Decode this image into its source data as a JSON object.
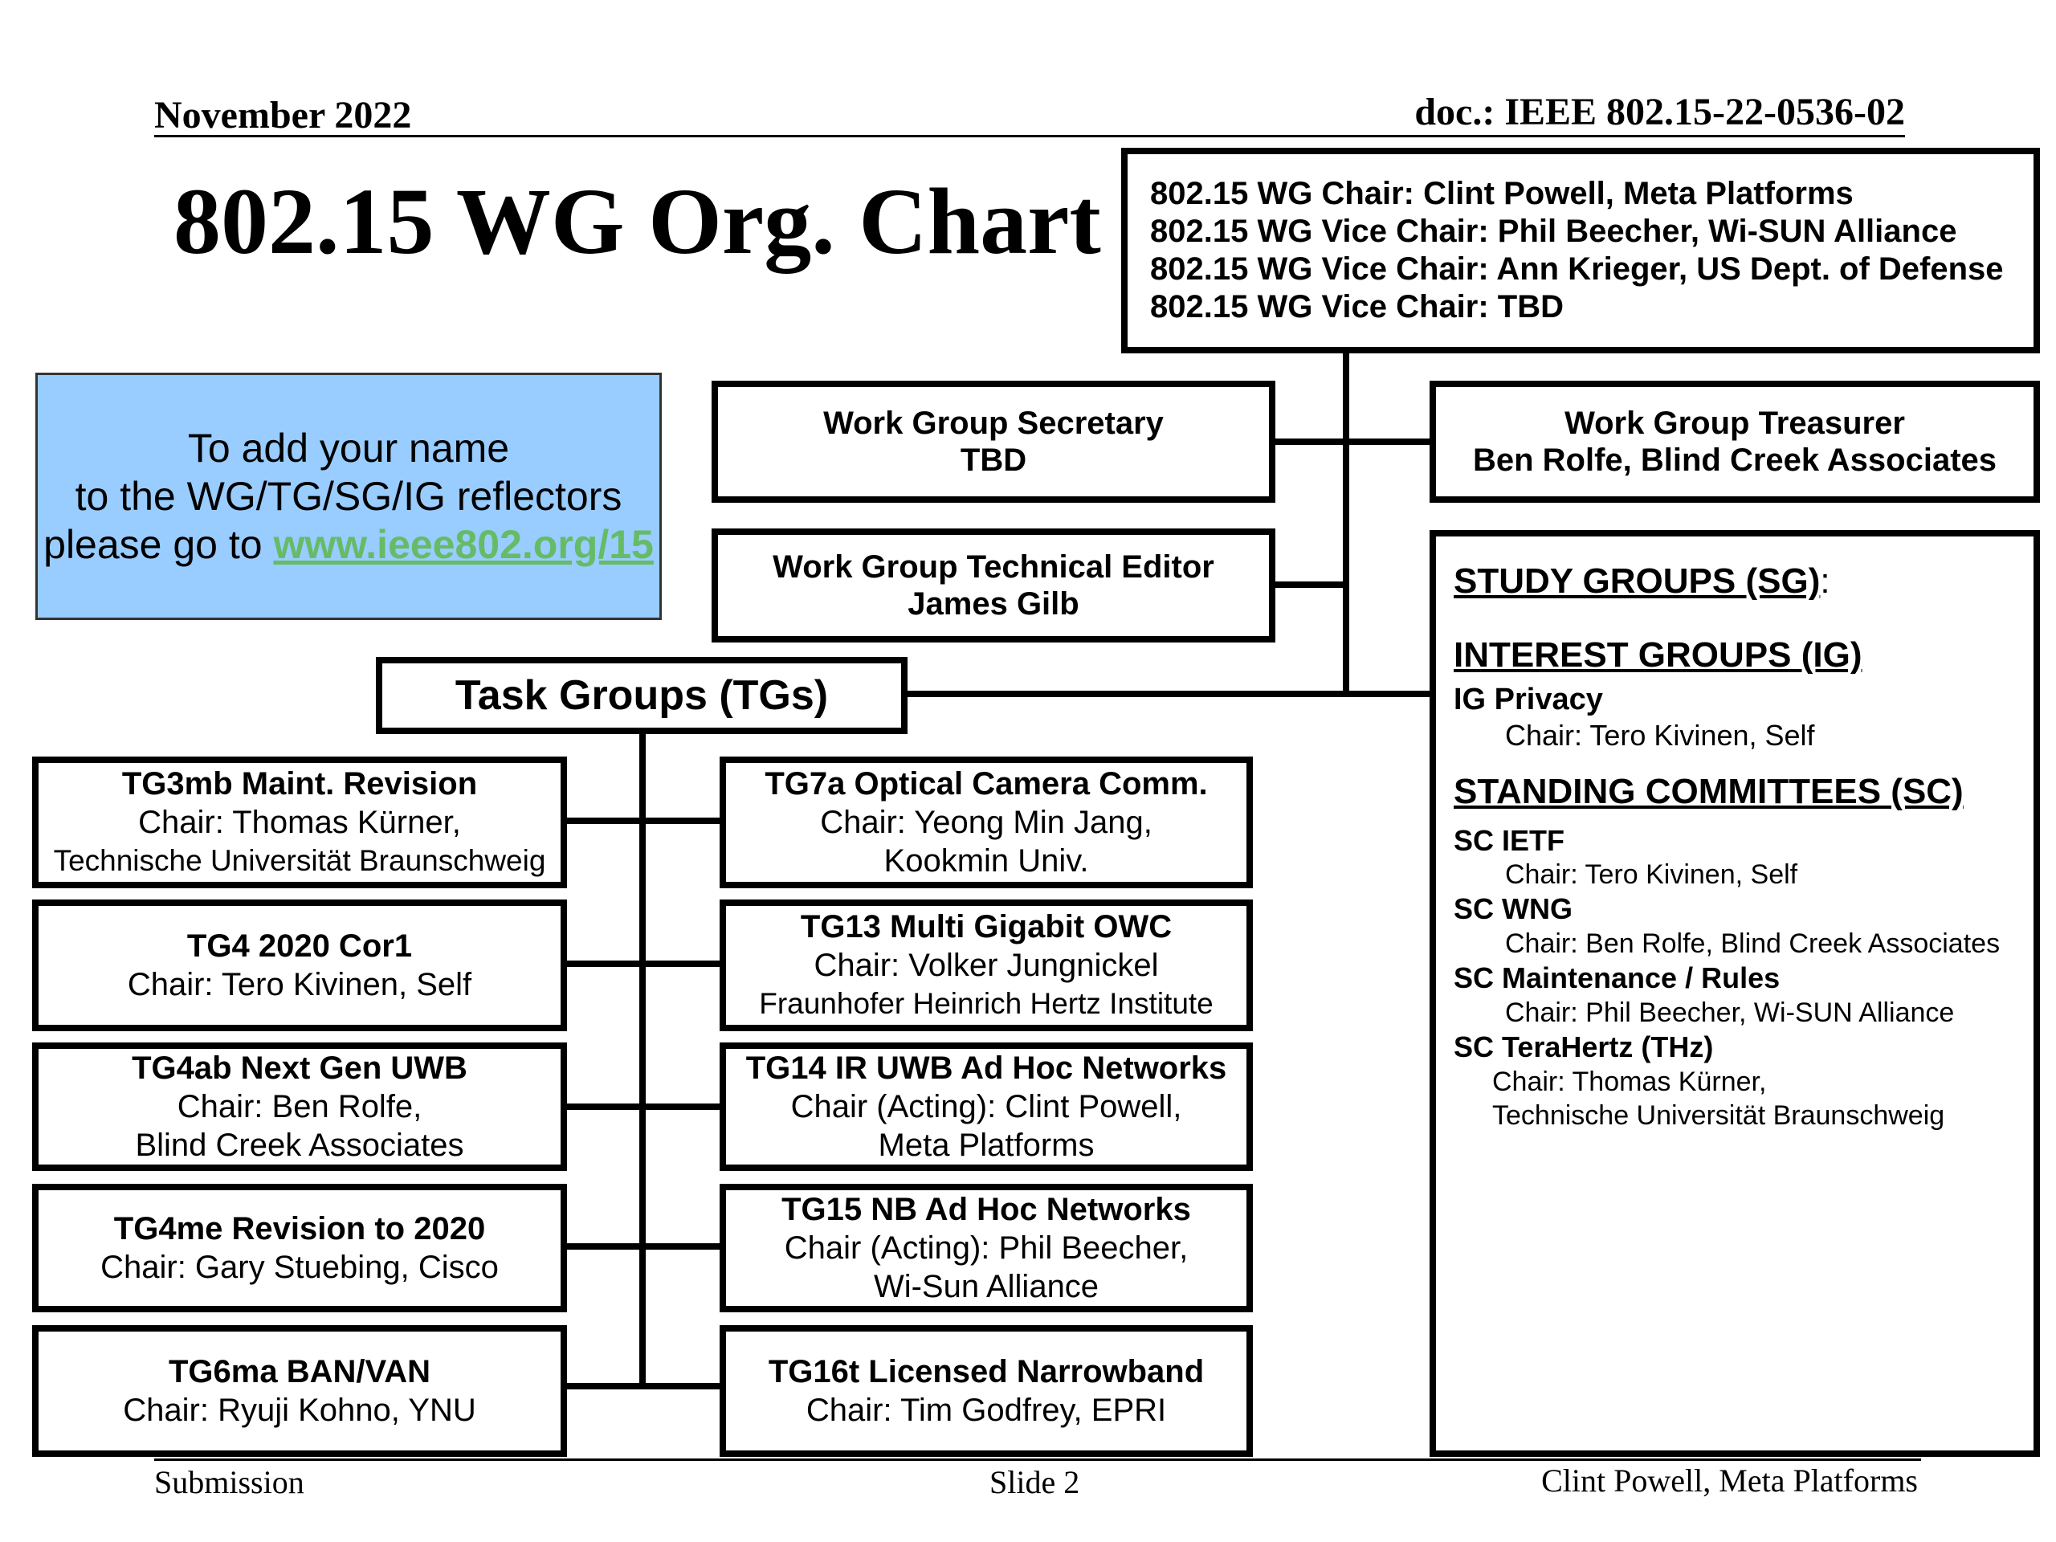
{
  "header": {
    "date": "November 2022",
    "doc": "doc.: IEEE 802.15-22-0536-02"
  },
  "title": "802.15 WG Org. Chart",
  "chair_box": {
    "lines": [
      "802.15 WG Chair:  Clint Powell, Meta Platforms",
      "802.15 WG Vice Chair:  Phil Beecher, Wi-SUN Alliance",
      "802.15 WG Vice Chair:  Ann Krieger, US Dept. of Defense",
      "802.15 WG Vice Chair:  TBD"
    ]
  },
  "reflector_box": {
    "line1": "To add your name",
    "line2": "to the WG/TG/SG/IG reflectors",
    "line3_prefix": "please go to ",
    "link": "www.ieee802.org/15",
    "bg_color": "#99ccff",
    "link_color": "#66bb66"
  },
  "secretary": {
    "title": "Work Group Secretary",
    "name": "TBD"
  },
  "tech_editor": {
    "title": "Work Group Technical Editor",
    "name": "James Gilb"
  },
  "treasurer": {
    "title": "Work Group Treasurer",
    "name": "Ben Rolfe, Blind Creek Associates"
  },
  "task_groups_label": "Task Groups (TGs)",
  "tg_left": [
    {
      "title": "TG3mb Maint. Revision",
      "lines": [
        "Chair: Thomas Kürner,",
        "Technische Universität Braunschweig"
      ]
    },
    {
      "title": "TG4 2020 Cor1",
      "lines": [
        "Chair: Tero Kivinen, Self"
      ]
    },
    {
      "title": "TG4ab Next Gen UWB",
      "lines": [
        "Chair: Ben Rolfe,",
        "Blind Creek Associates"
      ]
    },
    {
      "title": "TG4me Revision to 2020",
      "lines": [
        "Chair: Gary Stuebing, Cisco"
      ]
    },
    {
      "title": "TG6ma BAN/VAN",
      "lines": [
        "Chair: Ryuji Kohno, YNU"
      ]
    }
  ],
  "tg_right": [
    {
      "title": "TG7a Optical Camera Comm.",
      "lines": [
        "Chair: Yeong Min Jang,",
        "Kookmin Univ."
      ]
    },
    {
      "title": "TG13 Multi Gigabit OWC",
      "lines": [
        "Chair: Volker Jungnickel",
        "Fraunhofer Heinrich Hertz Institute"
      ]
    },
    {
      "title": "TG14 IR UWB Ad Hoc Networks",
      "lines": [
        "Chair (Acting): Clint Powell,",
        "Meta Platforms"
      ]
    },
    {
      "title": "TG15 NB Ad Hoc Networks",
      "lines": [
        "Chair (Acting): Phil Beecher,",
        "Wi-Sun Alliance"
      ]
    },
    {
      "title": "TG16t Licensed Narrowband",
      "lines": [
        "Chair: Tim Godfrey, EPRI"
      ]
    }
  ],
  "side": {
    "study_groups": "STUDY GROUPS (SG)",
    "study_groups_colon": ":",
    "interest_groups": "INTEREST GROUPS (IG)",
    "ig_name": "IG Privacy",
    "ig_chair": "Chair: Tero Kivinen, Self",
    "standing_committees": "STANDING COMMITTEES (SC)",
    "committees": [
      {
        "name": "SC IETF",
        "chair": [
          "Chair: Tero Kivinen, Self"
        ]
      },
      {
        "name": "SC WNG",
        "chair": [
          "Chair: Ben Rolfe, Blind Creek Associates"
        ]
      },
      {
        "name": "SC Maintenance / Rules",
        "chair": [
          "Chair: Phil Beecher, Wi-SUN Alliance"
        ]
      },
      {
        "name": "SC TeraHertz (THz)",
        "chair": [
          "Chair: Thomas Kürner,",
          "Technische Universität Braunschweig"
        ]
      }
    ]
  },
  "footer": {
    "left": "Submission",
    "center": "Slide 2",
    "right": "Clint Powell, Meta Platforms"
  }
}
